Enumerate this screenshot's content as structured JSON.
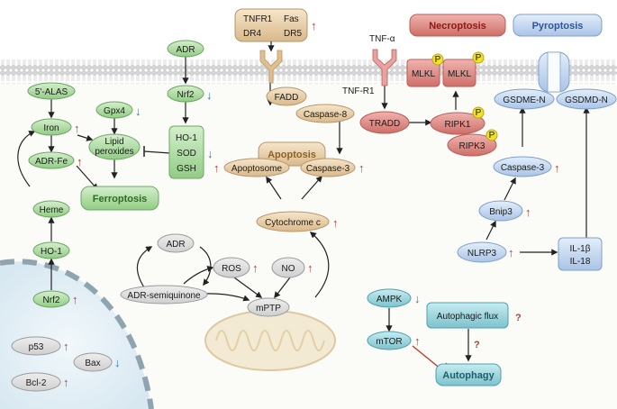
{
  "membrane": {
    "receptor_label": "TNF-R1",
    "ligand_label": "TNF-α"
  },
  "receptors": {
    "tnfr1": "TNFR1",
    "fas": "Fas",
    "dr4": "DR4",
    "dr5": "DR5"
  },
  "ferroptosis": {
    "alas": "5'-ALAS",
    "iron": "Iron",
    "adr_fe": "ADR-Fe",
    "heme": "Heme",
    "ho1": "HO-1",
    "nrf2": "Nrf2",
    "gpx4": "Gpx4",
    "lipid_line1": "Lipid",
    "lipid_line2": "peroxides",
    "title": "Ferroptosis"
  },
  "nrf2_branch": {
    "adr": "ADR",
    "nrf2": "Nrf2",
    "ho1": "HO-1",
    "sod": "SOD",
    "gsh": "GSH"
  },
  "apoptosis": {
    "fadd": "FADD",
    "caspase8": "Caspase-8",
    "title": "Apoptosis",
    "apoptosome": "Apoptosome",
    "caspase3": "Caspase-3",
    "cytochrome": "Cytochrome c"
  },
  "ros_cycle": {
    "adr": "ADR",
    "semiquinone": "ADR-semiquinone",
    "ros": "ROS",
    "no": "NO",
    "mptp": "mPTP"
  },
  "necroptosis": {
    "title": "Necroptosis",
    "mlkl_a": "MLKL",
    "mlkl_b": "MLKL",
    "p": "P",
    "tradd": "TRADD",
    "ripk1": "RIPK1",
    "ripk3": "RIPK3"
  },
  "pyroptosis": {
    "title": "Pyroptosis",
    "gsdme": "GSDME-N",
    "gsdmd": "GSDMD-N",
    "caspase3": "Caspase-3",
    "bnip3": "Bnip3",
    "nlrp3": "NLRP3",
    "il1b": "IL-1β",
    "il18": "IL-18"
  },
  "autophagy": {
    "ampk": "AMPK",
    "mtor": "mTOR",
    "flux": "Autophagic flux",
    "title": "Autophagy",
    "question": "?"
  },
  "nucleus": {
    "p53": "p53",
    "bax": "Bax",
    "bcl2": "Bcl-2"
  },
  "indicator_glyphs": {
    "up": "↑",
    "down": "↓"
  },
  "colors": {
    "green": "#a6d89a",
    "green_border": "#6da765",
    "tan": "#e8cfa6",
    "tan_border": "#b8956a",
    "red": "#e08a85",
    "red_border": "#b85d58",
    "blue": "#b8d1ec",
    "blue_border": "#7f9fc8",
    "teal": "#8fcfd9",
    "teal_border": "#4fa0ad",
    "up_arrow": "#c0392b",
    "down_arrow": "#2e75b6",
    "phospho": "#f2e227",
    "membrane": "#d9d9d9"
  }
}
